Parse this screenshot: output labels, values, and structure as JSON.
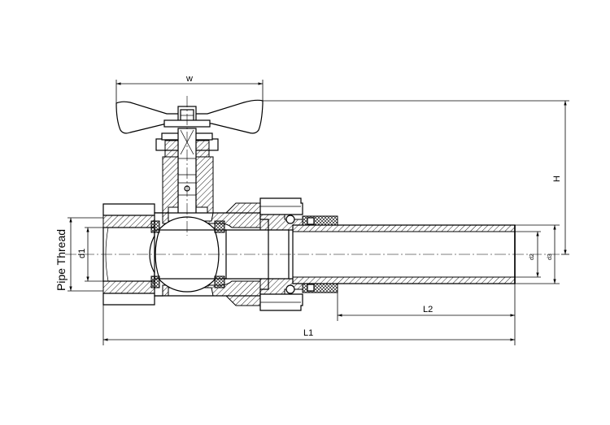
{
  "diagram": {
    "labels": {
      "w": "w",
      "h": "H",
      "pipe_thread": "Pipe Thread",
      "d1": "d1",
      "d2": "d2",
      "d3": "d3",
      "l1": "L1",
      "l2": "L2"
    },
    "colors": {
      "line": "#000000",
      "hatch": "#000000",
      "background": "#ffffff"
    }
  }
}
